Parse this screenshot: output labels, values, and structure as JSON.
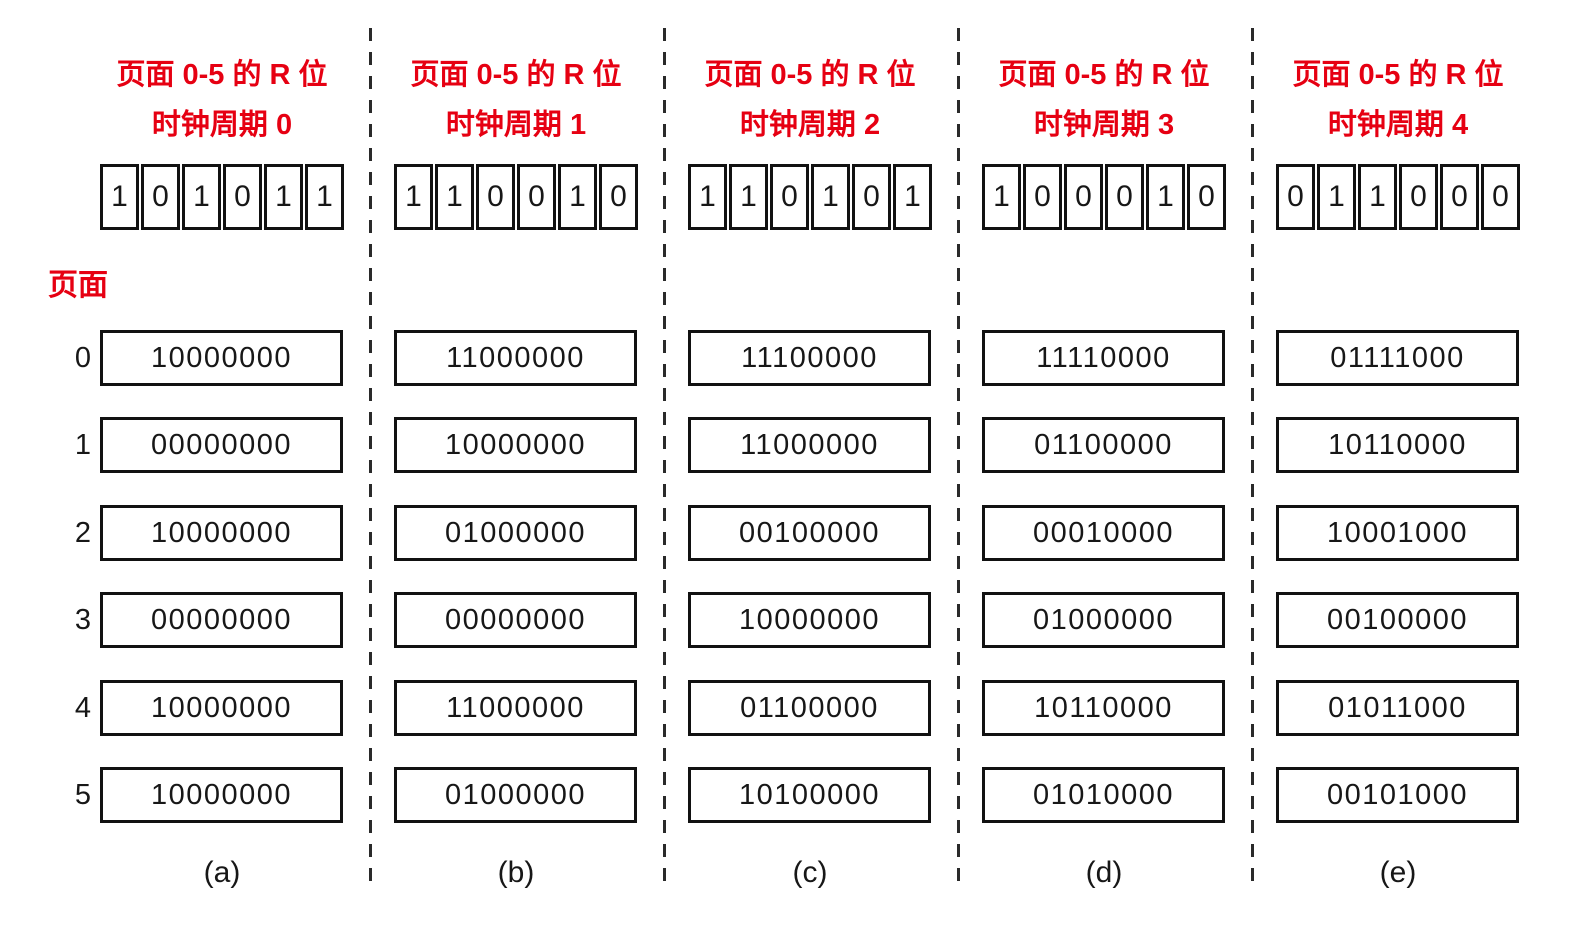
{
  "figure": {
    "title_semantic": "aging-page-replacement-diagram",
    "page_label": "页面",
    "page_numbers": [
      "0",
      "1",
      "2",
      "3",
      "4",
      "5"
    ],
    "colors": {
      "header_red": "#e60012",
      "box_border": "#111111"
    },
    "columns": [
      {
        "id": "a",
        "header_line1": "页面 0-5 的 R 位",
        "header_line2": "时钟周期 0",
        "r_bits": [
          "1",
          "0",
          "1",
          "0",
          "1",
          "1"
        ],
        "counters": [
          "10000000",
          "00000000",
          "10000000",
          "00000000",
          "10000000",
          "10000000"
        ],
        "caption": "(a)"
      },
      {
        "id": "b",
        "header_line1": "页面 0-5 的 R 位",
        "header_line2": "时钟周期 1",
        "r_bits": [
          "1",
          "1",
          "0",
          "0",
          "1",
          "0"
        ],
        "counters": [
          "11000000",
          "10000000",
          "01000000",
          "00000000",
          "11000000",
          "01000000"
        ],
        "caption": "(b)"
      },
      {
        "id": "c",
        "header_line1": "页面 0-5 的 R 位",
        "header_line2": "时钟周期 2",
        "r_bits": [
          "1",
          "1",
          "0",
          "1",
          "0",
          "1"
        ],
        "counters": [
          "11100000",
          "11000000",
          "00100000",
          "10000000",
          "01100000",
          "10100000"
        ],
        "caption": "(c)"
      },
      {
        "id": "d",
        "header_line1": "页面 0-5 的 R 位",
        "header_line2": "时钟周期 3",
        "r_bits": [
          "1",
          "0",
          "0",
          "0",
          "1",
          "0"
        ],
        "counters": [
          "11110000",
          "01100000",
          "00010000",
          "01000000",
          "10110000",
          "01010000"
        ],
        "caption": "(d)"
      },
      {
        "id": "e",
        "header_line1": "页面 0-5 的 R 位",
        "header_line2": "时钟周期 4",
        "r_bits": [
          "0",
          "1",
          "1",
          "0",
          "0",
          "0"
        ],
        "counters": [
          "01111000",
          "10110000",
          "10001000",
          "00100000",
          "01011000",
          "00101000"
        ],
        "caption": "(e)"
      }
    ]
  }
}
